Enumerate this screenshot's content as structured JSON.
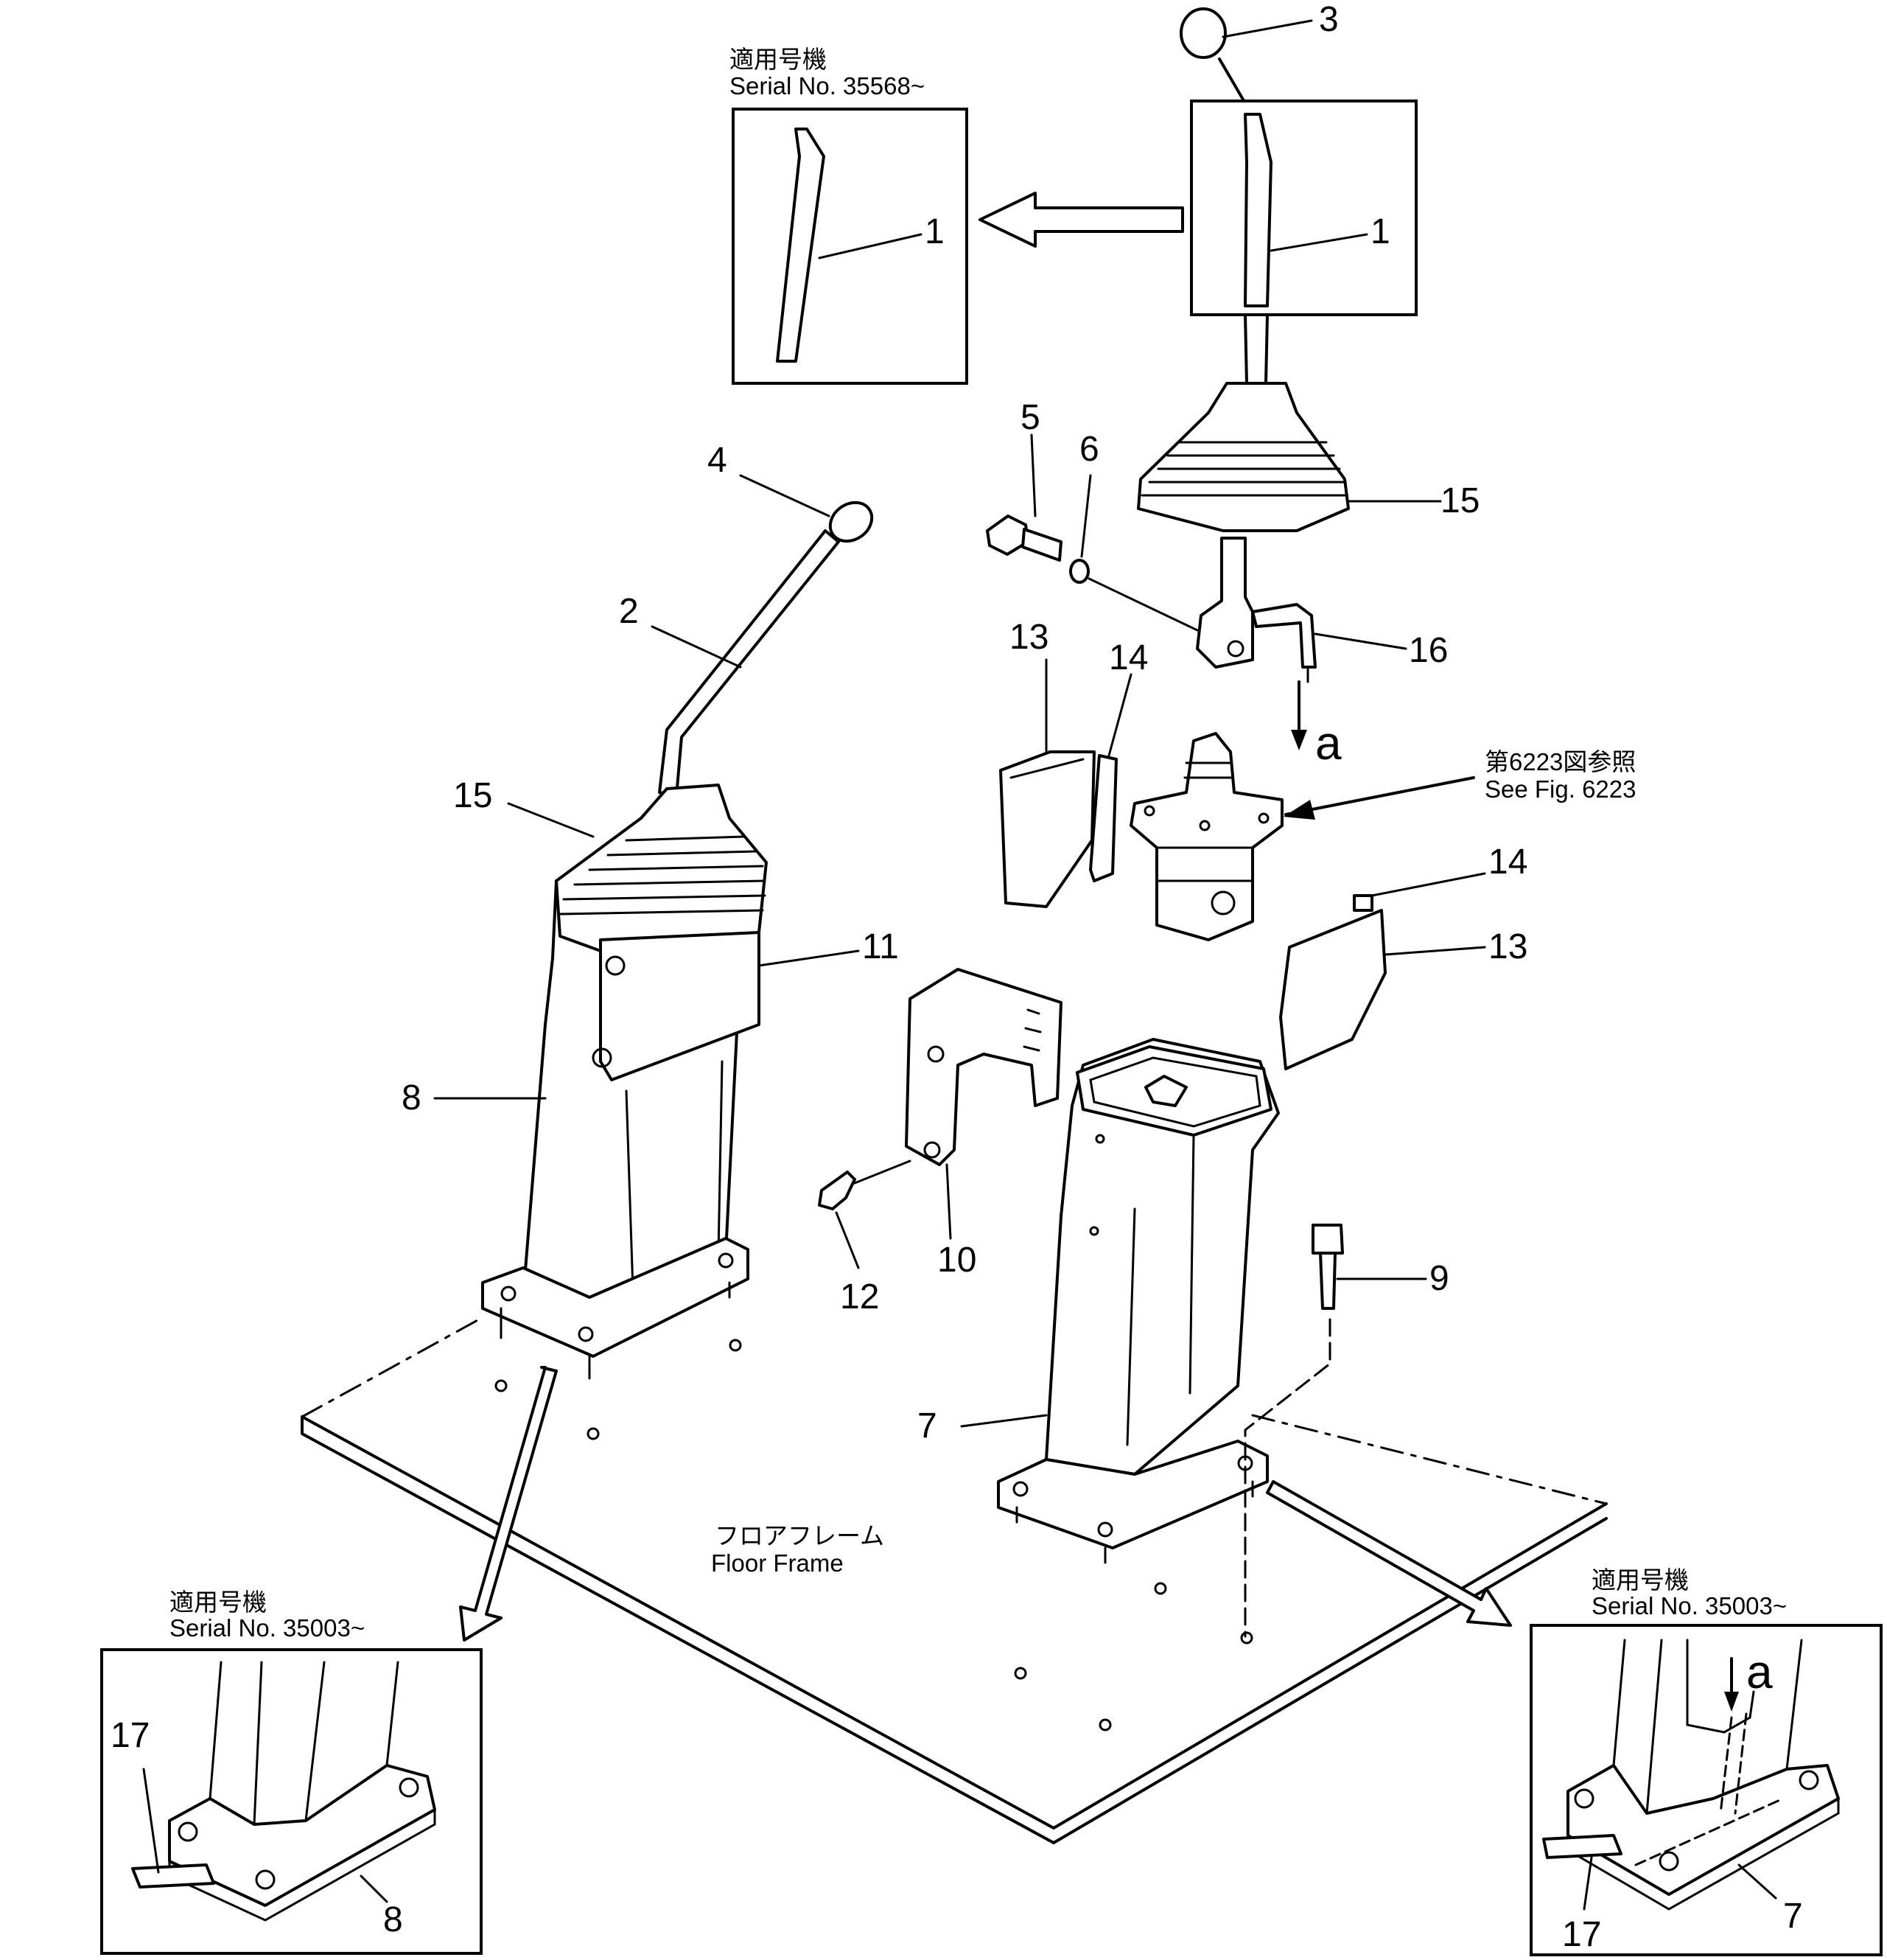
{
  "labels": {
    "p1_inset": "1",
    "p1_main": "1",
    "p2": "2",
    "p3": "3",
    "p4": "4",
    "p5": "5",
    "p6": "6",
    "p7_main": "7",
    "p7_inset": "7",
    "p8_main": "8",
    "p8_inset": "8",
    "p9": "9",
    "p10": "10",
    "p11": "11",
    "p12": "12",
    "p13_left": "13",
    "p13_right": "13",
    "p14_left": "14",
    "p14_right": "14",
    "p15_left": "15",
    "p15_right": "15",
    "p16": "16",
    "p17_left": "17",
    "p17_right": "17",
    "view_a_main": "a",
    "view_a_inset": "a"
  },
  "captions": {
    "top_inset_jp": "適用号機",
    "top_inset_serial": "Serial  No. 35568~",
    "see_fig_jp": "第6223図参照",
    "see_fig_en": "See Fig. 6223",
    "floor_jp": "フロアフレーム",
    "floor_en": "Floor  Frame",
    "bl_inset_jp": "適用号機",
    "bl_inset_serial": "Serial  No. 35003~",
    "br_inset_jp": "適用号機",
    "br_inset_serial": "Serial  No. 35003~"
  }
}
